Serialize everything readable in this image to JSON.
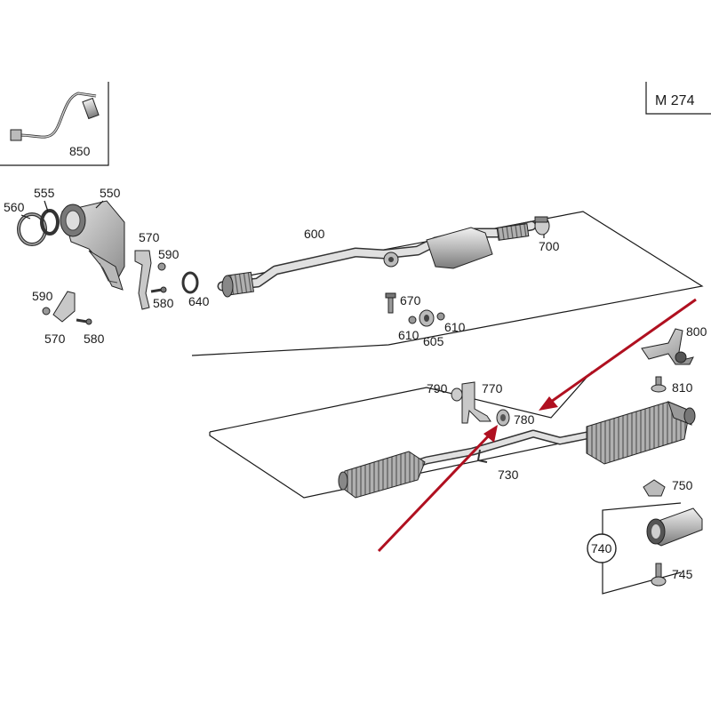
{
  "engine_code": "M 274",
  "labels": {
    "p850": "850",
    "p555": "555",
    "p550": "550",
    "p560": "560",
    "p570a": "570",
    "p590a": "590",
    "p580a": "580",
    "p640": "640",
    "p590b": "590",
    "p570b": "570",
    "p580b": "580",
    "p600": "600",
    "p700": "700",
    "p670": "670",
    "p610a": "610",
    "p610b": "610",
    "p605": "605",
    "p800": "800",
    "p810": "810",
    "p790": "790",
    "p770": "770",
    "p780": "780",
    "p730": "730",
    "p750": "750",
    "p740": "740",
    "p745": "745"
  },
  "colors": {
    "arrow": "#b01020",
    "line": "#1a1a1a",
    "metal_light": "#d8d8d8",
    "metal_mid": "#a8a8a8",
    "metal_dark": "#6a6a6a"
  }
}
